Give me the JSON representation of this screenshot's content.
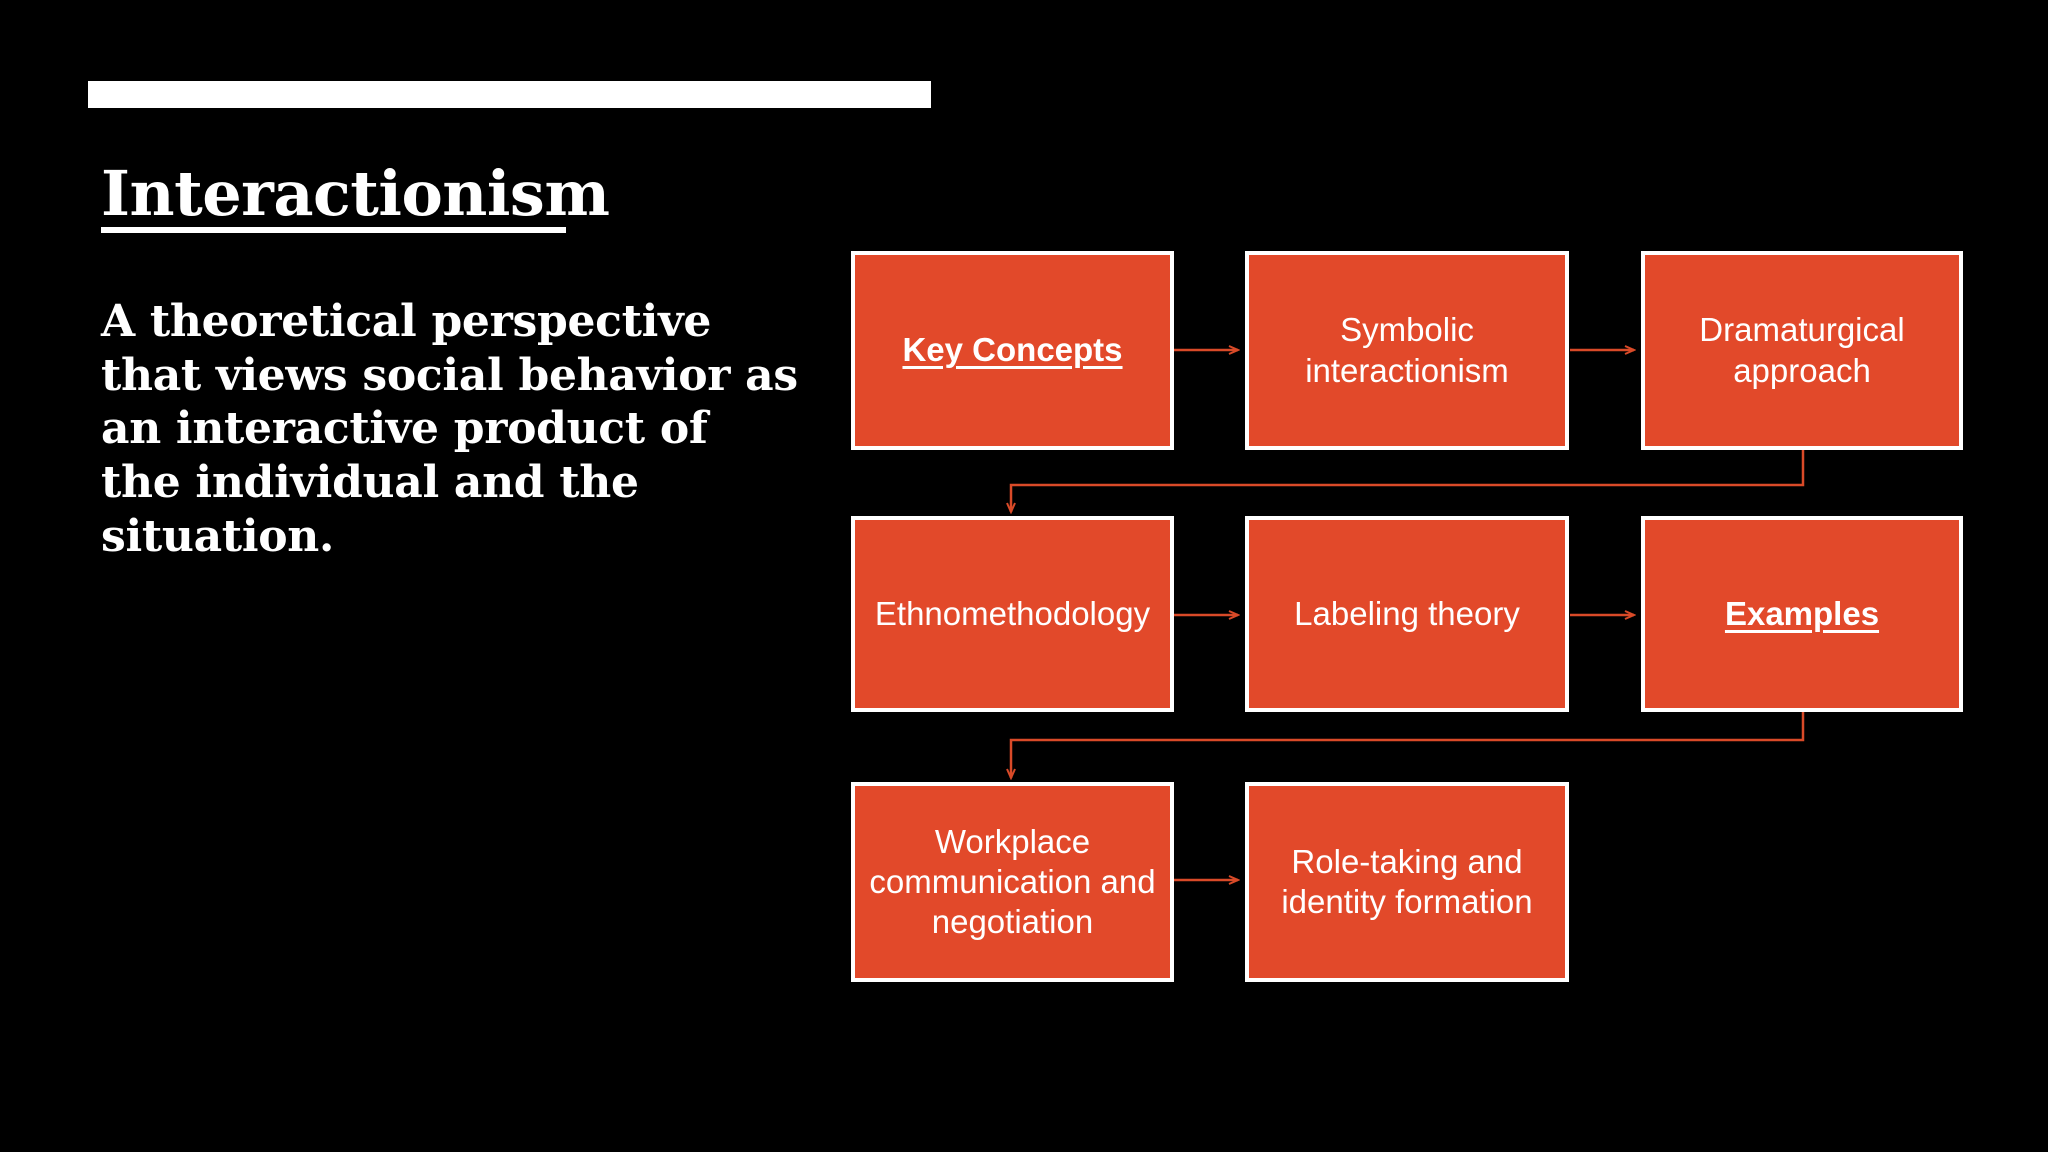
{
  "slide": {
    "title": "Interactionism",
    "body": "A theoretical perspective that views social behavior as an interactive product of the individual and the situation.",
    "background_color": "#000000",
    "accent_bar_color": "#FFFFFF",
    "text_color": "#FFFFFF"
  },
  "diagram": {
    "node_fill_color": "#E2492A",
    "node_border_color": "#FFFFFF",
    "connector_color": "#D94A28",
    "rows": [
      {
        "nodes": [
          {
            "id": "key-concepts",
            "label": "Key Concepts",
            "style": "heading"
          },
          {
            "id": "symbolic-interactionism",
            "label": "Symbolic interactionism",
            "style": "normal"
          },
          {
            "id": "dramaturgical-approach",
            "label": "Dramaturgical approach",
            "style": "normal"
          }
        ]
      },
      {
        "nodes": [
          {
            "id": "ethnomethodology",
            "label": "Ethnomethodology",
            "style": "normal"
          },
          {
            "id": "labeling-theory",
            "label": "Labeling theory",
            "style": "normal"
          },
          {
            "id": "examples",
            "label": "Examples",
            "style": "heading"
          }
        ]
      },
      {
        "nodes": [
          {
            "id": "workplace-communication",
            "label": "Workplace communication and negotiation",
            "style": "normal"
          },
          {
            "id": "role-taking",
            "label": "Role-taking and identity formation",
            "style": "normal"
          }
        ]
      }
    ],
    "connectors": [
      {
        "from": "key-concepts",
        "to": "symbolic-interactionism",
        "kind": "horizontal-arrow"
      },
      {
        "from": "symbolic-interactionism",
        "to": "dramaturgical-approach",
        "kind": "horizontal-arrow"
      },
      {
        "from": "dramaturgical-approach",
        "to": "ethnomethodology",
        "kind": "wrap-arrow"
      },
      {
        "from": "ethnomethodology",
        "to": "labeling-theory",
        "kind": "horizontal-arrow"
      },
      {
        "from": "labeling-theory",
        "to": "examples",
        "kind": "horizontal-arrow"
      },
      {
        "from": "examples",
        "to": "workplace-communication",
        "kind": "wrap-arrow"
      },
      {
        "from": "workplace-communication",
        "to": "role-taking",
        "kind": "horizontal-arrow"
      }
    ]
  }
}
